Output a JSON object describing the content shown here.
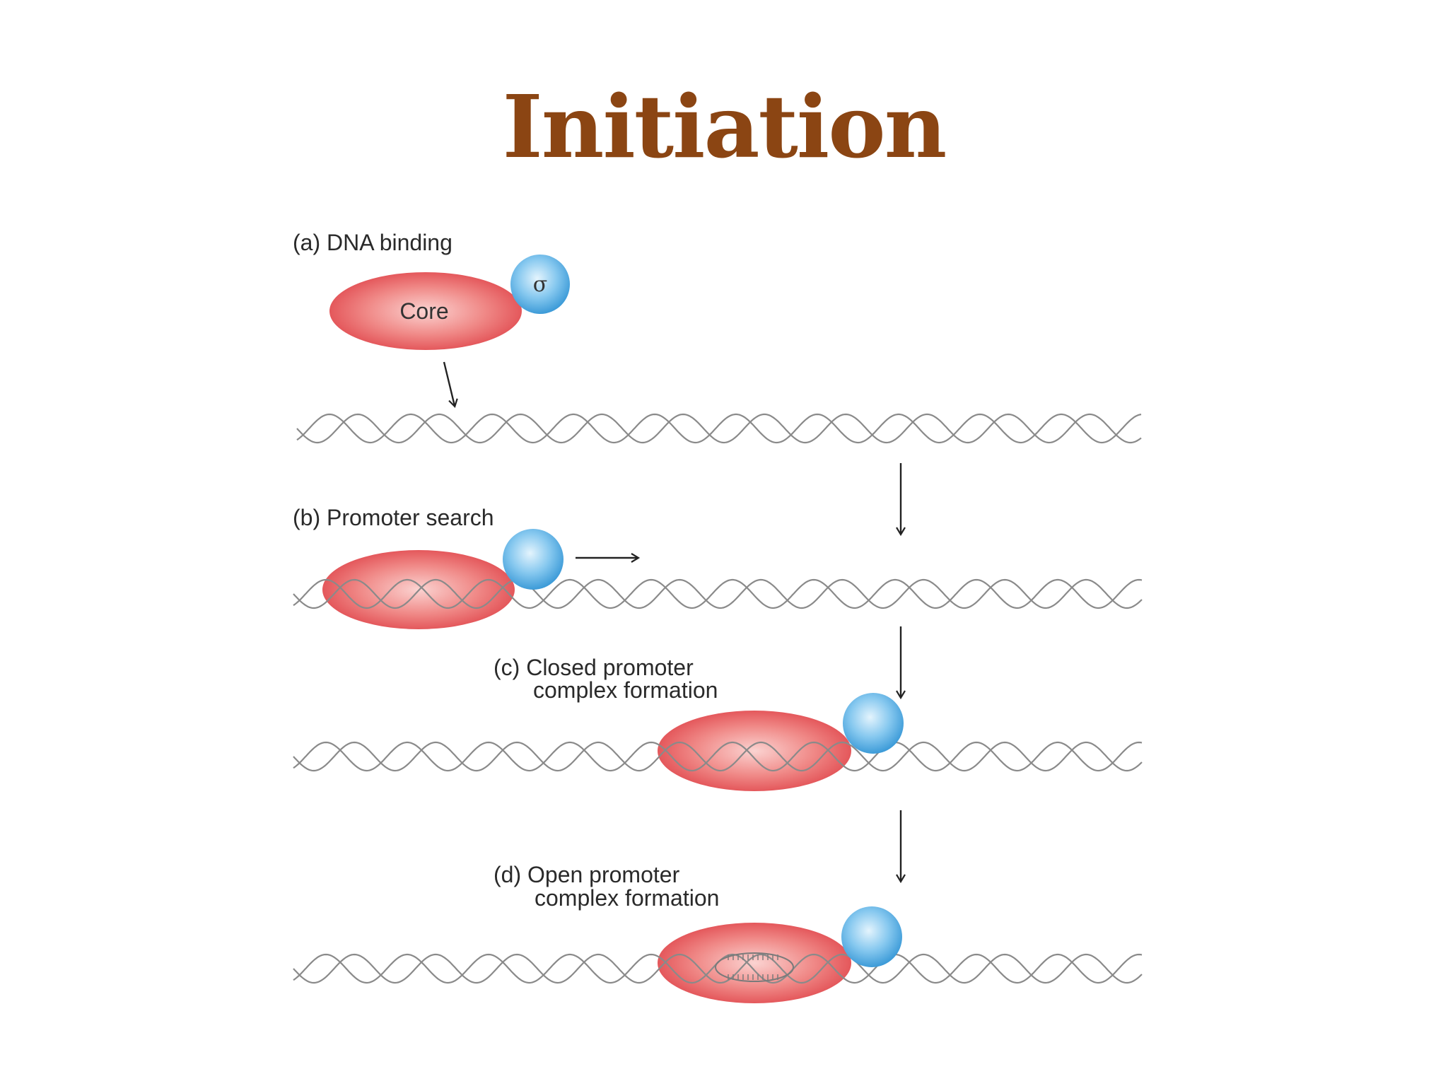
{
  "title": "Initiation",
  "steps": {
    "a": {
      "label": "(a) DNA binding",
      "core_label": "Core",
      "sigma_label": "σ"
    },
    "b": {
      "label": "(b) Promoter search"
    },
    "c": {
      "label_line1": "(c) Closed promoter",
      "label_line2": "complex formation"
    },
    "d": {
      "label_line1": "(d) Open promoter",
      "label_line2": "complex formation"
    }
  },
  "colors": {
    "title": "#8b4513",
    "core_polymerase": "#e8585c",
    "sigma_factor": "#4aa8e0",
    "dna": "#8a8a8a"
  }
}
